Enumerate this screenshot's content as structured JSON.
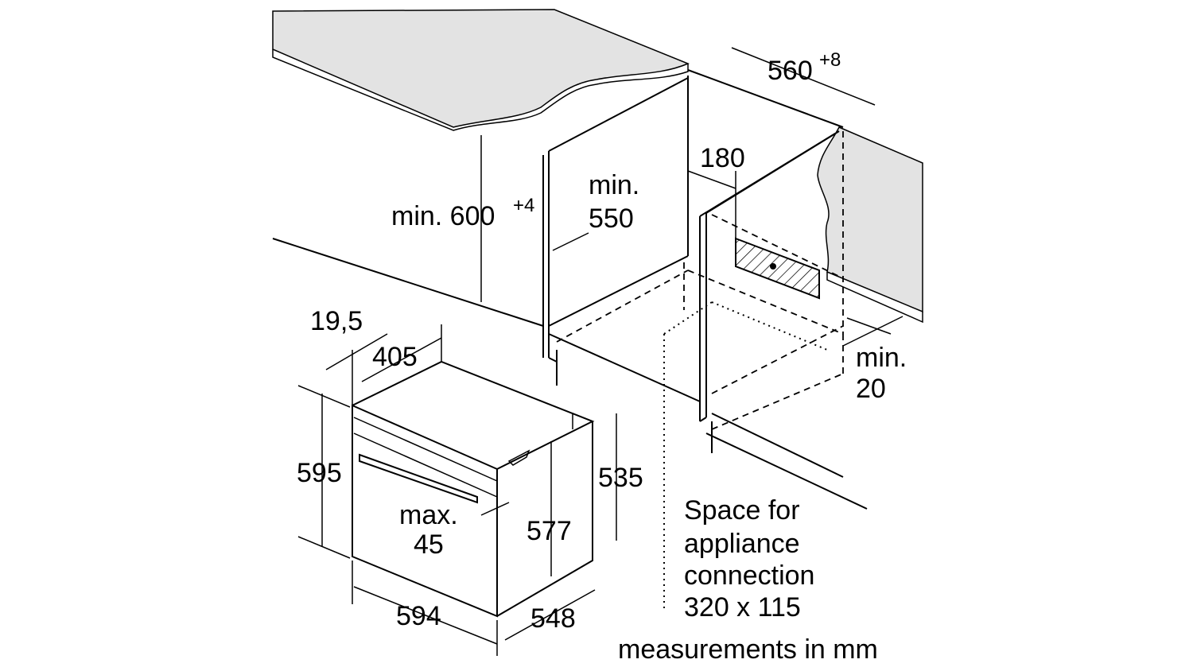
{
  "labels": {
    "niche_width": "560",
    "niche_width_tol": "+8",
    "vent_depth": "180",
    "min_depth_min": "min.",
    "min_depth_val": "550",
    "min_height": "min. 600",
    "min_height_tol": "+4",
    "front_offset": "19,5",
    "top_depth": "405",
    "oven_height": "595",
    "side_height": "535",
    "handle_max": "max.",
    "handle_val": "45",
    "inner_height": "577",
    "oven_width": "594",
    "oven_depth": "548",
    "gap_min": "min.",
    "gap_val": "20",
    "space_line1": "Space for",
    "space_line2": "appliance",
    "space_line3": "connection",
    "space_line4": "320 x 115",
    "units_note": "measurements in mm"
  },
  "colors": {
    "worktop": "#e3e3e3",
    "line": "#000000"
  }
}
